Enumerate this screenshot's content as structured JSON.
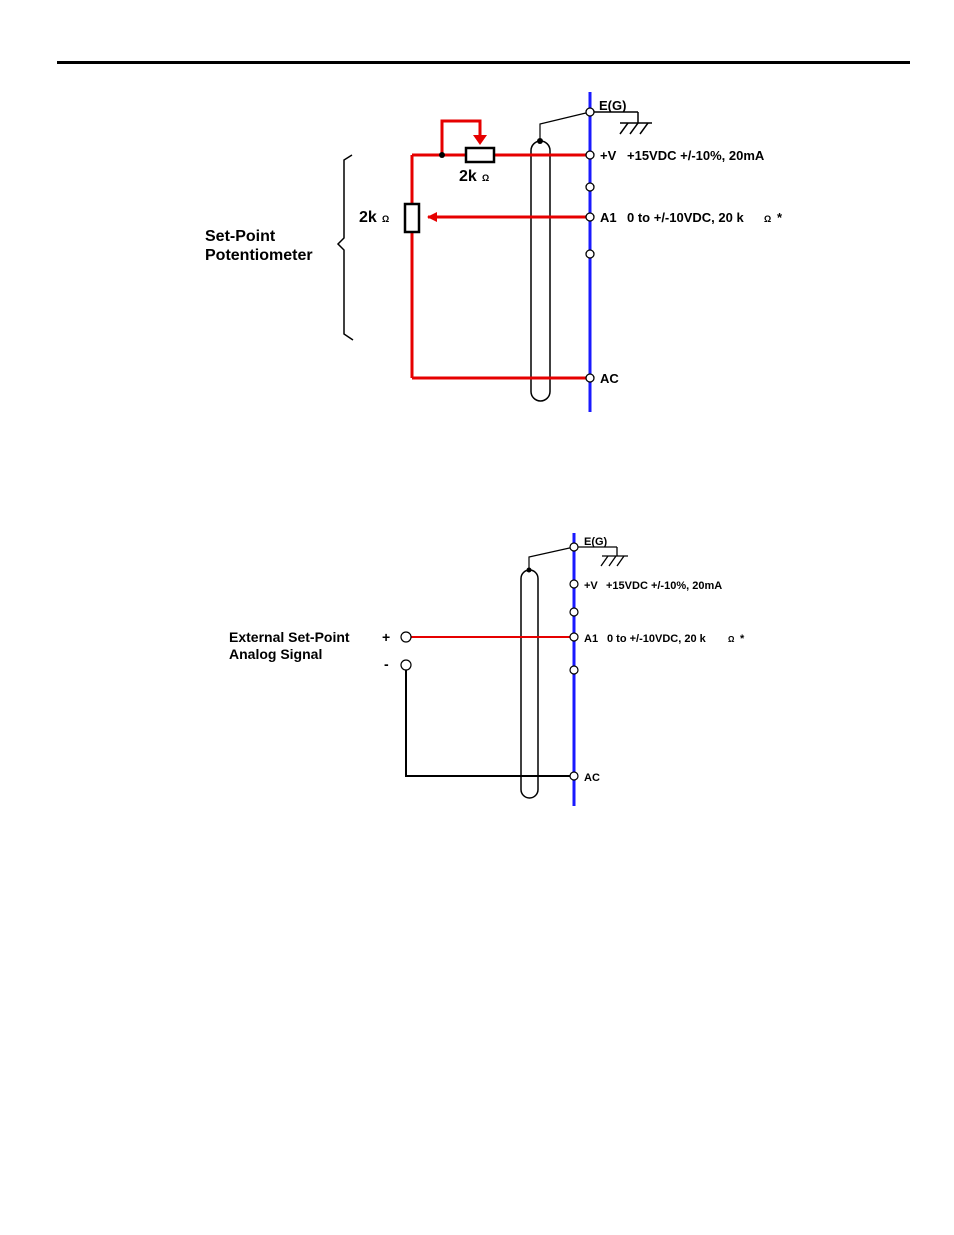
{
  "colors": {
    "terminal_bus": "#1a1aff",
    "signal_wire": "#e60000",
    "ground_wire": "#000000"
  },
  "diagram1": {
    "terminals": {
      "eg": "E(G)",
      "vplus": "+V",
      "vplus_spec": "+15VDC +/-10%, 20mA",
      "a1": "A1",
      "a1_spec": "0 to +/-10VDC, 20 k",
      "a1_ohm": "Ω",
      "a1_note": "*",
      "ac": "AC"
    },
    "series_resistor": {
      "value": "2k",
      "unit": "Ω"
    },
    "potentiometer": {
      "value": "2k",
      "unit": "Ω"
    },
    "bracket_label_line1": "Set-Point",
    "bracket_label_line2": "Potentiometer"
  },
  "diagram2": {
    "terminals": {
      "eg": "E(G)",
      "vplus": "+V",
      "vplus_spec": "+15VDC +/-10%, 20mA",
      "a1": "A1",
      "a1_spec": "0 to +/-10VDC, 20 k",
      "a1_ohm": "Ω",
      "a1_note": "*",
      "ac": "AC"
    },
    "signal_label_line1": "External Set-Point",
    "signal_label_line2": "Analog Signal",
    "plus_sign": "+",
    "minus_sign": "-"
  }
}
